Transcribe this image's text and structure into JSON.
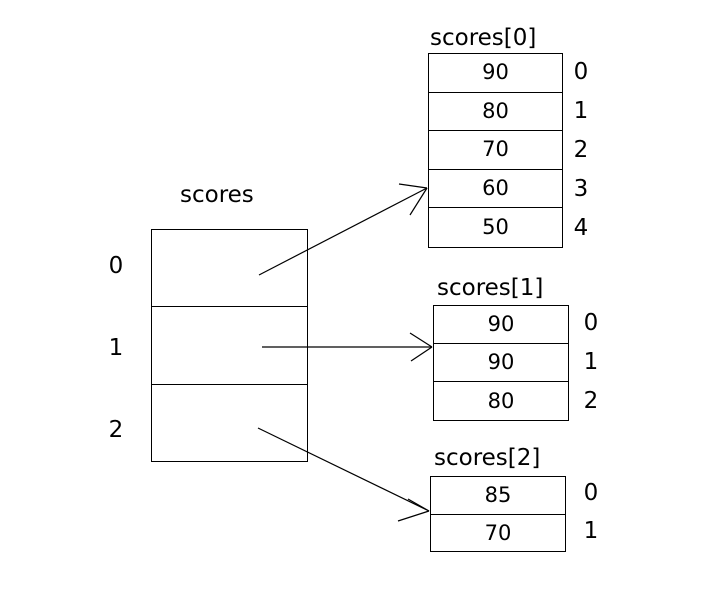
{
  "diagram": {
    "type": "jagged-array-memory-diagram",
    "background_color": "#ffffff",
    "line_color": "#000000",
    "text_color": "#000000"
  },
  "outer_array": {
    "title": "scores",
    "cell_count": 3,
    "cells": [
      "",
      "",
      ""
    ],
    "index_labels": [
      "0",
      "1",
      "2"
    ]
  },
  "inner_arrays": [
    {
      "title": "scores[0]",
      "values": [
        "90",
        "80",
        "70",
        "60",
        "50"
      ],
      "index_labels": [
        "0",
        "1",
        "2",
        "3",
        "4"
      ]
    },
    {
      "title": "scores[1]",
      "values": [
        "90",
        "90",
        "80"
      ],
      "index_labels": [
        "0",
        "1",
        "2"
      ]
    },
    {
      "title": "scores[2]",
      "values": [
        "85",
        "70"
      ],
      "index_labels": [
        "0",
        "1"
      ]
    }
  ],
  "arrows": [
    {
      "name": "arrow-scores-0-to-scores0",
      "from_cell": "0",
      "to_array": "scores[0]"
    },
    {
      "name": "arrow-scores-1-to-scores1",
      "from_cell": "1",
      "to_array": "scores[1]"
    },
    {
      "name": "arrow-scores-2-to-scores2",
      "from_cell": "2",
      "to_array": "scores[2]"
    }
  ]
}
